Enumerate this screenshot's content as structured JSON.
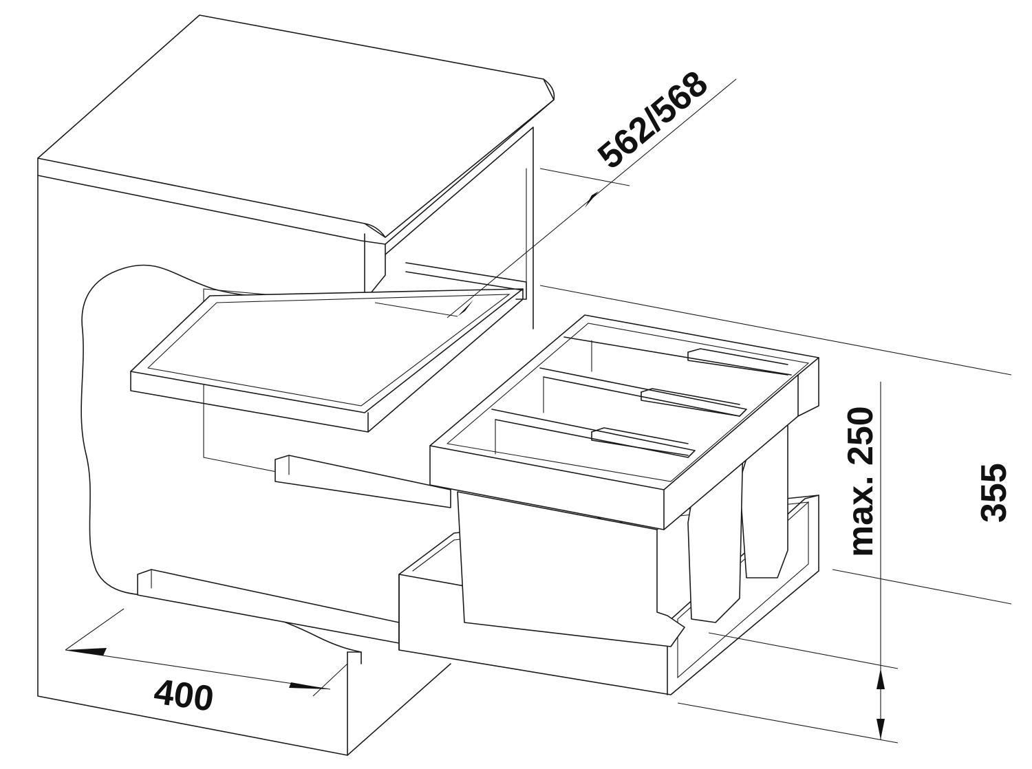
{
  "dimensions": {
    "depth": "562/568",
    "width": "400",
    "max_height": "max. 250",
    "height": "355"
  },
  "colors": {
    "line": "#1a1a1a",
    "background": "#ffffff"
  }
}
